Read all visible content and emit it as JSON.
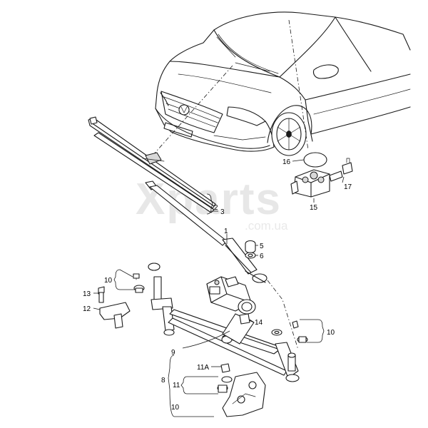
{
  "watermark": {
    "brand": "Xparts",
    "domain": ".com.ua"
  },
  "callouts": {
    "c1": "1",
    "c2": "2",
    "c3": "3",
    "c5": "5",
    "c6": "6",
    "c10a": "10",
    "c10b": "10",
    "c10c": "10",
    "c9": "9",
    "c8": "8",
    "c11": "11",
    "c11a": "11A",
    "c12": "12",
    "c13": "13",
    "c14": "14",
    "c15": "15",
    "c16": "16",
    "c17": "17"
  }
}
